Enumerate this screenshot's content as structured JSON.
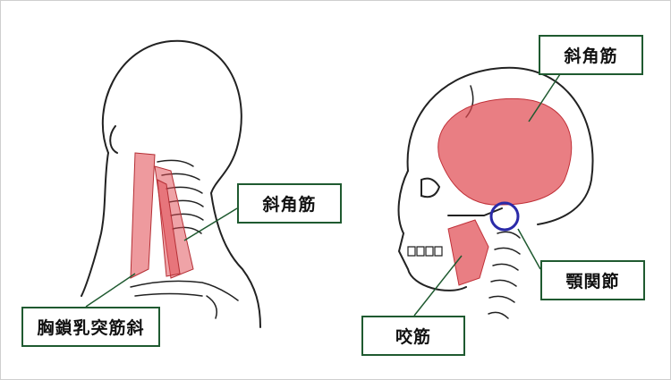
{
  "labels": {
    "temporalis": "斜角筋",
    "scalene": "斜角筋",
    "sternocleidomastoid": "胸鎖乳突筋斜",
    "tmj": "顎関節",
    "masseter": "咬筋"
  },
  "colors": {
    "border": "#1f5a30",
    "muscle": "#e0474f",
    "highlight_circle": "#2a2aa8"
  }
}
